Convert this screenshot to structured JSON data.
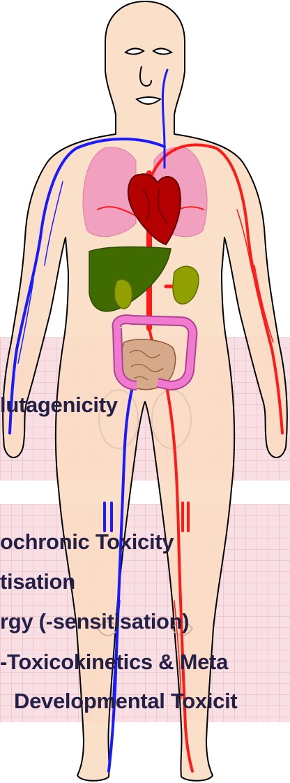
{
  "labels": {
    "mutagenicity": "lutagenicity",
    "subchronic": "ochronic Toxicity",
    "sensitisation": "tisation",
    "allergy": "rgy (-sensitisation)",
    "toxicokinetics": "-Toxicokinetics & Meta",
    "developmental": "Developmental Toxicit"
  },
  "colors": {
    "panel": "#f8dfe3",
    "text": "#231f47",
    "skin": "#fbdcc1",
    "artery": "#ff1a1a",
    "vein": "#1a1aff",
    "lung": "#f2a0c0",
    "heart": "#b30000",
    "liver": "#3f6b00",
    "kidney": "#8fa000",
    "colon": "#f07ad0",
    "intestine": "#d6a98a"
  }
}
